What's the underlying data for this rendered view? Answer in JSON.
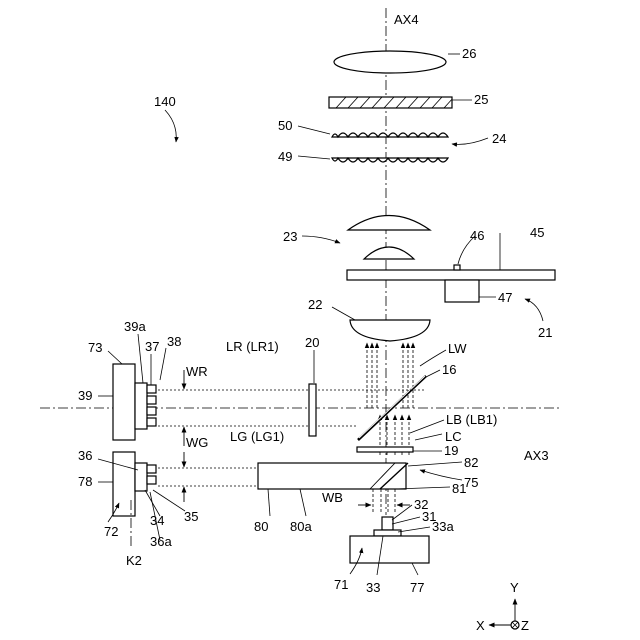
{
  "labels": {
    "ax4": "AX4",
    "n26": "26",
    "n25": "25",
    "n140": "140",
    "n50": "50",
    "n24": "24",
    "n49": "49",
    "n23": "23",
    "n46": "46",
    "n45": "45",
    "n47": "47",
    "n21": "21",
    "n22": "22",
    "n73": "73",
    "n39a": "39a",
    "n37": "37",
    "n38": "38",
    "lr": "LR (LR1)",
    "n20": "20",
    "lw": "LW",
    "n16": "16",
    "n39": "39",
    "wr": "WR",
    "lb": "LB (LB1)",
    "lc": "LC",
    "ax3": "AX3",
    "wg": "WG",
    "lg": "LG (LG1)",
    "n19": "19",
    "n36": "36",
    "n82": "82",
    "n78": "78",
    "n75": "75",
    "n81": "81",
    "wb": "WB",
    "n32": "32",
    "n31": "31",
    "n33a": "33a",
    "n34": "34",
    "n35": "35",
    "n72": "72",
    "n36a": "36a",
    "n80": "80",
    "n80a": "80a",
    "k2": "K2",
    "n71": "71",
    "n33": "33",
    "n77": "77",
    "axis_y": "Y",
    "axis_x": "X",
    "axis_z": "Z"
  }
}
